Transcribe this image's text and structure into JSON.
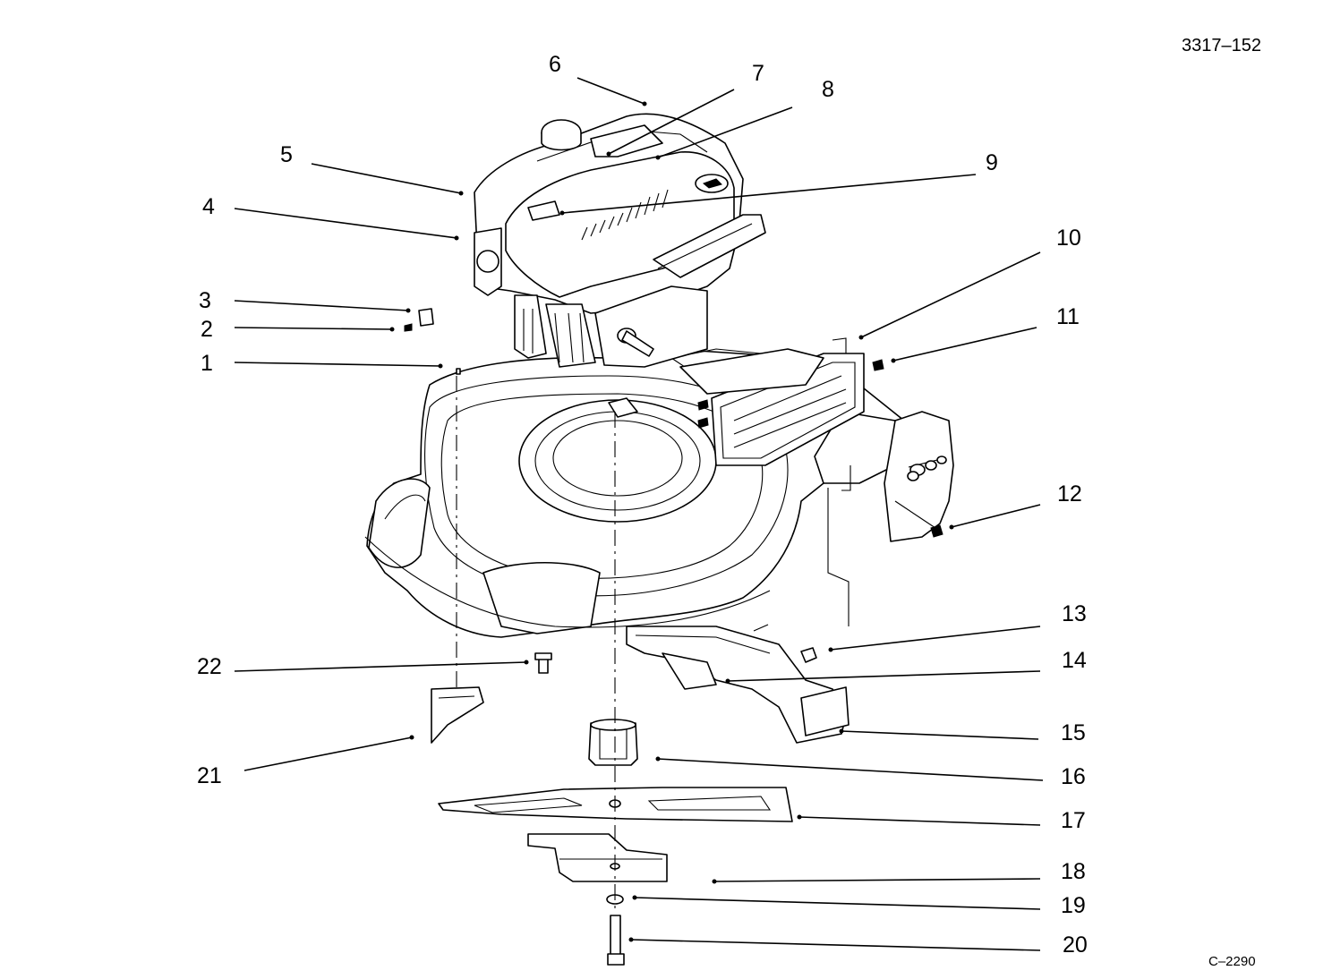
{
  "header": {
    "drawing_code": "3317–152"
  },
  "footer": {
    "figure_code": "C–2290"
  },
  "callouts": [
    "1",
    "2",
    "3",
    "4",
    "5",
    "6",
    "7",
    "8",
    "9",
    "10",
    "11",
    "12",
    "13",
    "14",
    "15",
    "16",
    "17",
    "18",
    "19",
    "20",
    "21",
    "22"
  ]
}
